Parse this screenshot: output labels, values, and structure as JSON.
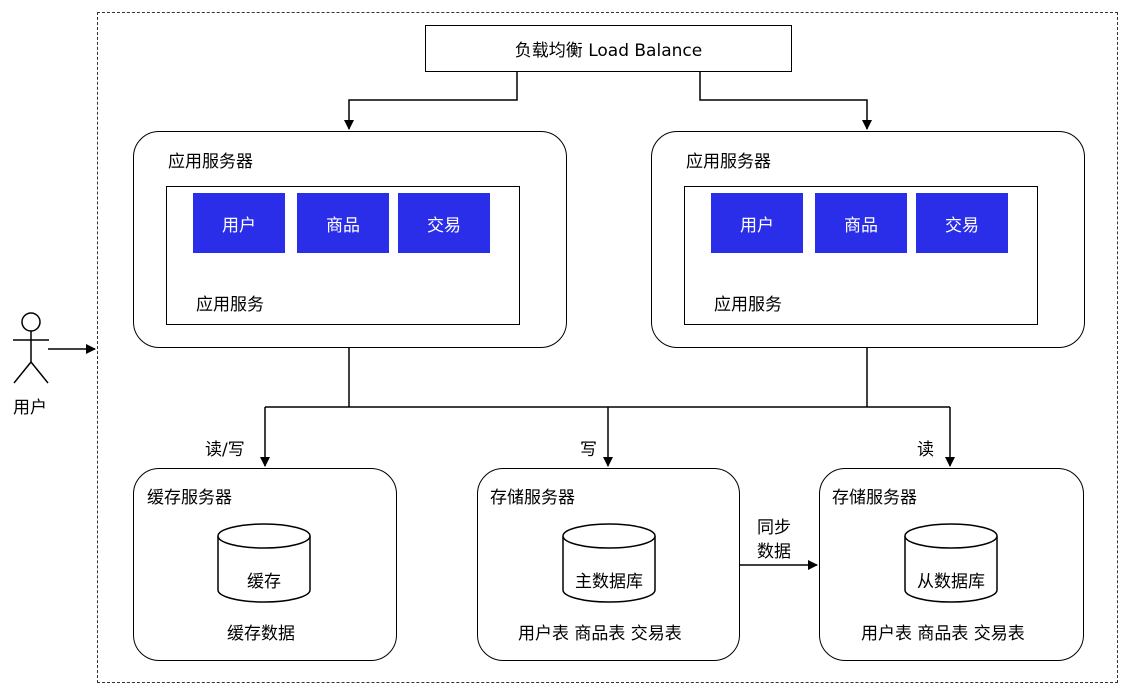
{
  "load_balancer": {
    "label": "负载均衡 Load Balance"
  },
  "user": {
    "label": "用户",
    "icon": "person-icon"
  },
  "app_servers": [
    {
      "title": "应用服务器",
      "inner_label": "应用服务",
      "modules": [
        "用户",
        "商品",
        "交易"
      ]
    },
    {
      "title": "应用服务器",
      "inner_label": "应用服务",
      "modules": [
        "用户",
        "商品",
        "交易"
      ]
    }
  ],
  "edge_labels": {
    "read_write": "读/写",
    "write": "写",
    "read": "读",
    "sync": [
      "同步",
      "数据"
    ]
  },
  "cache_server": {
    "title": "缓存服务器",
    "db": "缓存",
    "caption": "缓存数据"
  },
  "storage_master": {
    "title": "存储服务器",
    "db": "主数据库",
    "caption": "用户表 商品表 交易表"
  },
  "storage_slave": {
    "title": "存储服务器",
    "db": "从数据库",
    "caption": "用户表 商品表 交易表"
  },
  "colors": {
    "module_fill": "#2b2ee8",
    "module_text": "#ffffff",
    "stroke": "#000000"
  }
}
